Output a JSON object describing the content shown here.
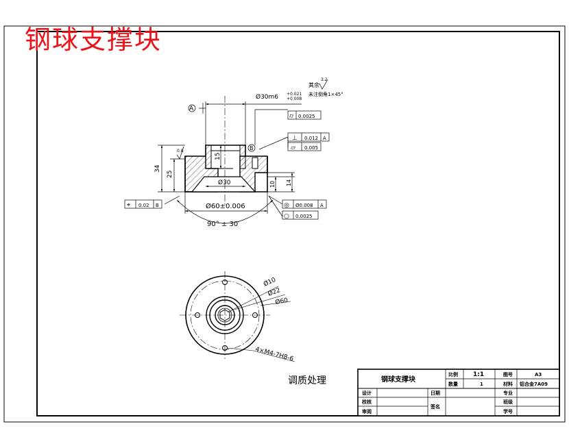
{
  "drawing": {
    "title": "钢球支撑块",
    "heat_treatment": "调质处理",
    "notes": {
      "rest_surface_label": "其余",
      "rest_roughness": "3.2",
      "chamfer_note": "未注倒角1×45°"
    },
    "front_view": {
      "bore_dim": "Ø30m6",
      "bore_tol_upper": "+0.021",
      "bore_tol_lower": "+0.008",
      "datum_mark": "A",
      "cylindricity_tol": "0.0025",
      "perp_tol": "0.012",
      "perp_datum": "A",
      "flatness_tol": "0.005",
      "position_tol": "0.02",
      "position_datum": "B",
      "runout_tol": "Ø0.008",
      "runout_datum": "A",
      "circularity_tol": "0.0025",
      "datum_b": "B",
      "roughness_left": "0.8",
      "dim_34": "34",
      "dim_25": "25",
      "dim_15": "15",
      "dim_10": "10",
      "dim_14": "14",
      "dim_d30": "Ø30",
      "dim_d60": "Ø60±0.006",
      "angle": "90° ± 30′"
    },
    "top_view": {
      "dim_d10": "Ø10",
      "dim_d22": "Ø22",
      "dim_d60": "Ø60",
      "holes": "4×M4-7H8-6"
    },
    "title_block": {
      "name": "钢球支撑块",
      "scale_label": "比例",
      "scale": "1:1",
      "sheet_label": "图号",
      "sheet_value": "A3",
      "qty_label": "数量",
      "qty_value": "1",
      "material_label": "材料",
      "material_value": "铝合金7A09",
      "design_label": "设计",
      "date_label": "日期",
      "major_label": "专业",
      "check_label": "校核",
      "class_label": "班级",
      "review_label": "审阅",
      "sign_label": "签名",
      "id_label": "学号"
    }
  }
}
